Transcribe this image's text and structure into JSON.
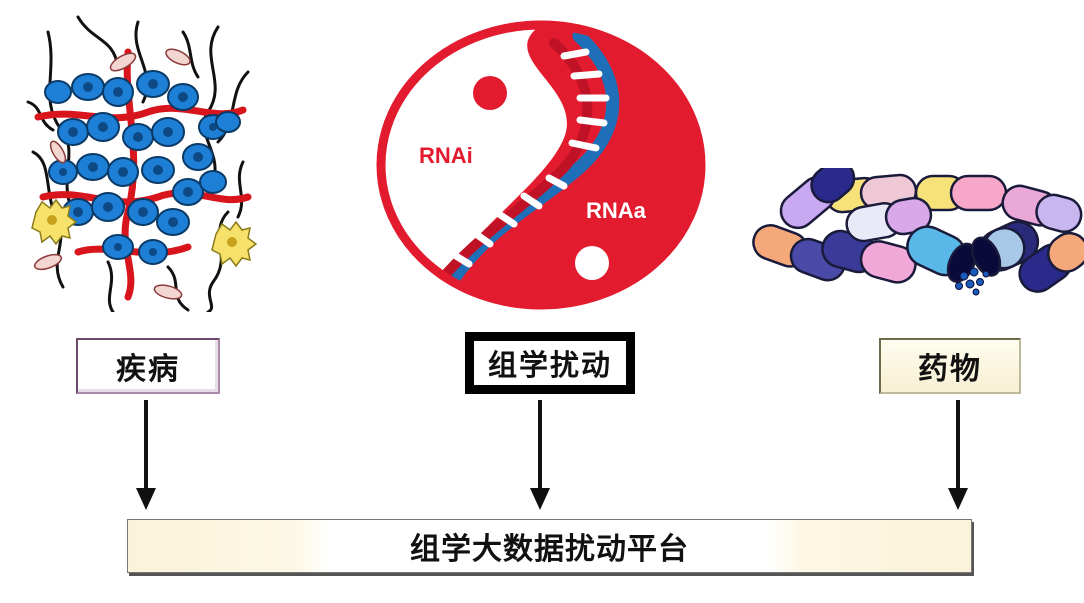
{
  "diagram": {
    "nodes": {
      "disease": {
        "label": "疾病",
        "icon": "tumor-cells-icon"
      },
      "perturbation": {
        "label": "组学扰动",
        "icon": "rna-yin-yang-icon",
        "inner_left": "RNAi",
        "inner_right": "RNAa"
      },
      "drug": {
        "label": "药物",
        "icon": "capsules-icon"
      }
    },
    "platform": {
      "label": "组学大数据扰动平台"
    },
    "edges": [
      {
        "from": "disease",
        "to": "platform"
      },
      {
        "from": "perturbation",
        "to": "platform"
      },
      {
        "from": "drug",
        "to": "platform"
      }
    ]
  },
  "colors": {
    "rna_red": "#e31b2f",
    "dna_blue": "#1f6fb8",
    "cell_blue": "#1e7fd6",
    "vessel_red": "#d8141c"
  }
}
